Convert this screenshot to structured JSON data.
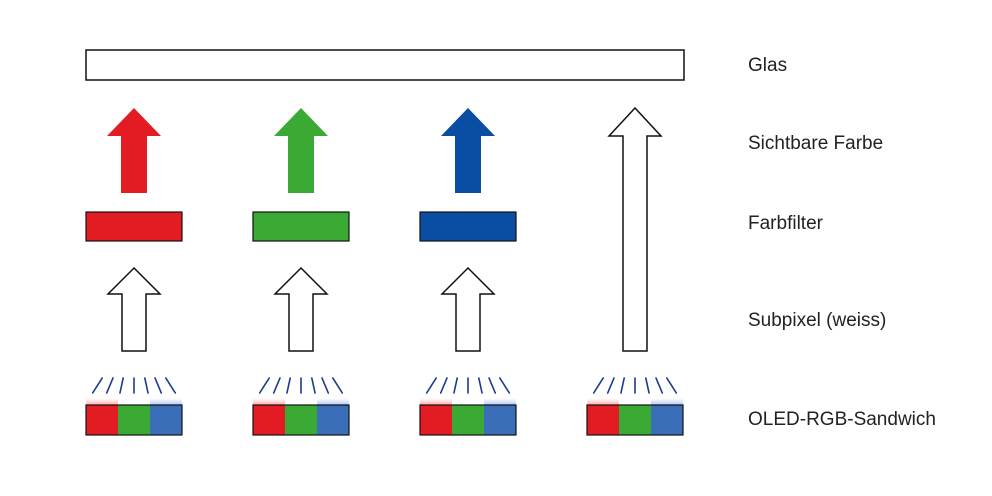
{
  "labels": {
    "glass": "Glas",
    "visible_color": "Sichtbare Farbe",
    "color_filter": "Farbfilter",
    "subpixel": "Subpixel (weiss)",
    "oled": "OLED-RGB-Sandwich"
  },
  "colors": {
    "red": "#e31c23",
    "green": "#3aaa35",
    "blue": "#0a4ea3",
    "oled_red": "#e31c23",
    "oled_green": "#3aaa35",
    "oled_blue": "#3a6eb8",
    "outline": "#111111"
  },
  "columns": [
    {
      "id": "red",
      "visible_arrow": "red",
      "filter": "red"
    },
    {
      "id": "green",
      "visible_arrow": "green",
      "filter": "green"
    },
    {
      "id": "blue",
      "visible_arrow": "blue",
      "filter": "blue"
    },
    {
      "id": "white",
      "visible_arrow": "none",
      "filter": "none"
    }
  ]
}
